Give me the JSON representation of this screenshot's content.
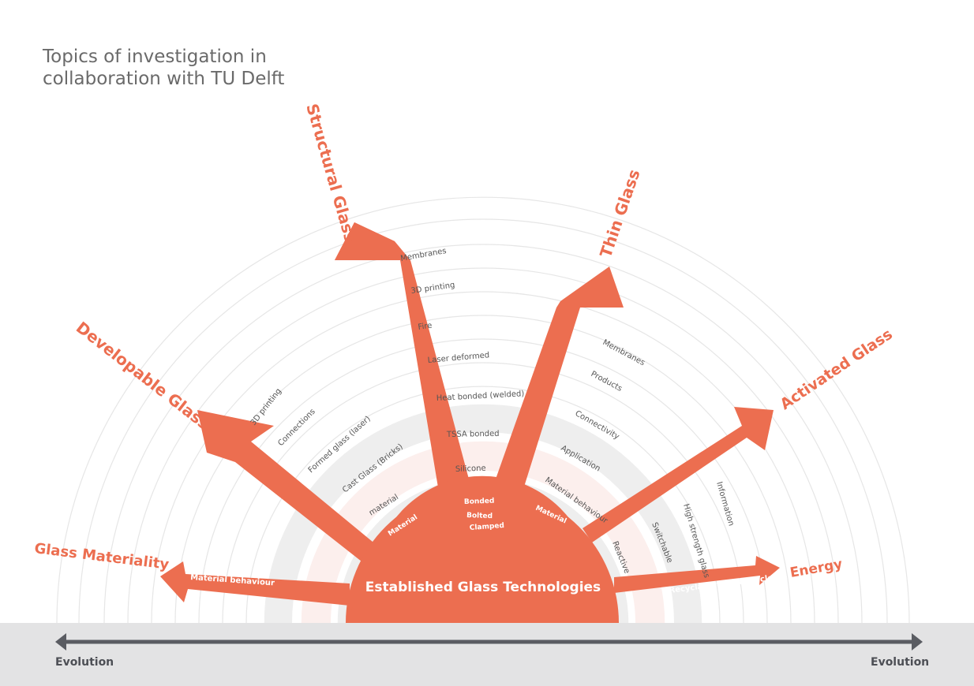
{
  "title": {
    "line1": "Topics of investigation in",
    "line2": "collaboration with TU Delft"
  },
  "core": {
    "label": "Established Glass Technologies",
    "inner_items": [
      "Bonded",
      "Bolted",
      "Clamped"
    ],
    "left_tag": "Material",
    "right_tag": "Material"
  },
  "branches": {
    "glass_materiality": "Glass Materiality",
    "developable_glass": "Developable Glass",
    "structural_glass": "Structural Glass",
    "thin_glass": "Thin Glass",
    "activated_glass": "Activated Glass",
    "energy": "Energy"
  },
  "arrow_labels": {
    "material_behaviour": "Material behaviour",
    "recyclability": "Recyclability / life cycle"
  },
  "topics": {
    "developable": [
      "3D printing",
      "Connections",
      "Formed glass (laser)",
      "Cast Glass (Bricks)",
      "material"
    ],
    "structural": [
      "Membranes",
      "3D printing",
      "Fire",
      "Laser deformed",
      "Heat bonded (welded)",
      "TSSA bonded",
      "Silicone"
    ],
    "thin": [
      "Membranes",
      "Products",
      "Connectivity",
      "Application",
      "Material behaviour"
    ],
    "activated": [
      "Reactive",
      "Switchable",
      "High strength glass",
      "Information"
    ]
  },
  "axis": {
    "left_label": "Evolution",
    "right_label": "Evolution"
  },
  "colors": {
    "accent": "#ec6e50",
    "ring_line": "#e6e6e6",
    "band_gray": "#eeeeee",
    "band_pink": "#fcefed",
    "footer_bar": "#e3e3e4",
    "axis_arrow": "#5a5c62",
    "title_text": "#6a6a6a",
    "topic_text": "#555555"
  }
}
